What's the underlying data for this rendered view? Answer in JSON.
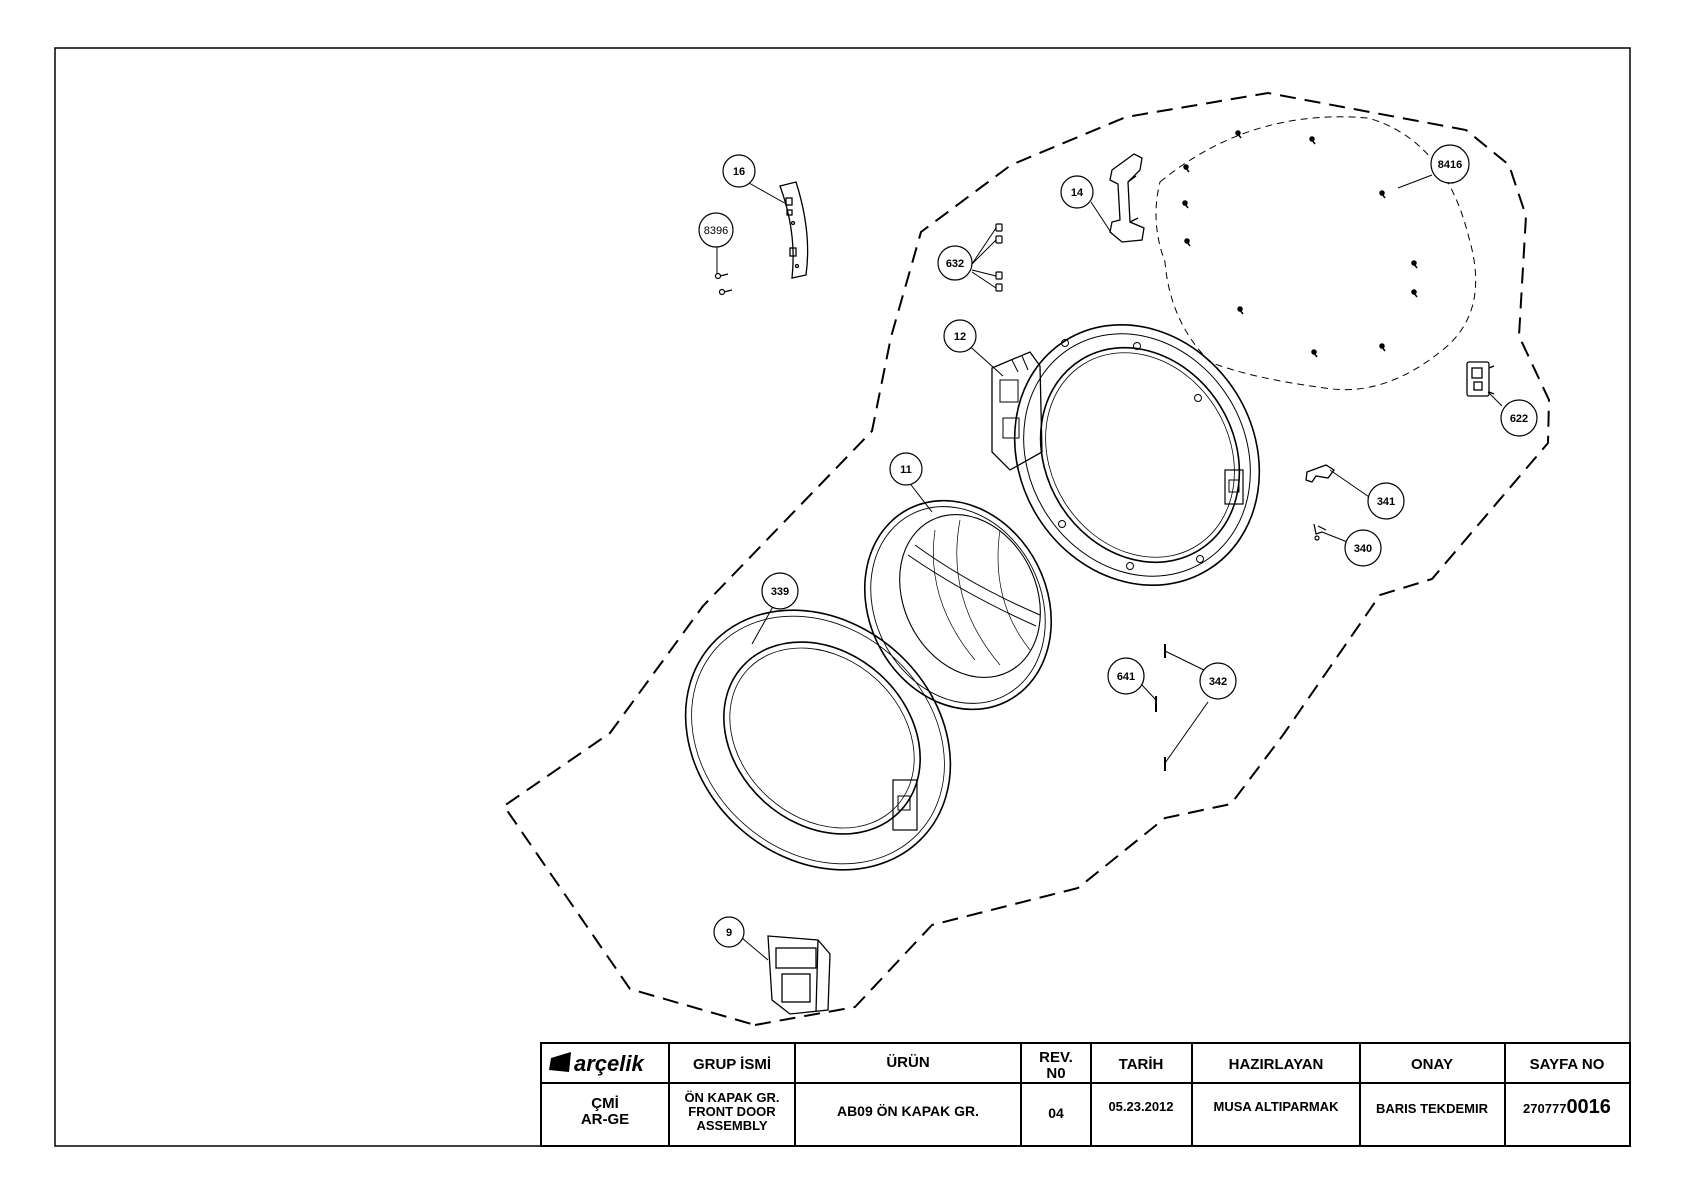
{
  "callouts": [
    {
      "label": "16"
    },
    {
      "label": "8396"
    },
    {
      "label": "632"
    },
    {
      "label": "14"
    },
    {
      "label": "8416"
    },
    {
      "label": "12"
    },
    {
      "label": "622"
    },
    {
      "label": "11"
    },
    {
      "label": "341"
    },
    {
      "label": "340"
    },
    {
      "label": "339"
    },
    {
      "label": "641"
    },
    {
      "label": "342"
    },
    {
      "label": "9"
    }
  ],
  "title_block": {
    "logo_text": "arçelik",
    "headers": {
      "group": "GRUP İSMİ",
      "product": "ÜRÜN",
      "rev_line1": "REV.",
      "rev_line2": "N0",
      "date": "TARİH",
      "prepared": "HAZIRLAYAN",
      "approved": "ONAY",
      "page": "SAYFA NO"
    },
    "dept_line1": "ÇMİ",
    "dept_line2": "AR-GE",
    "group_line1": "ÖN KAPAK GR.",
    "group_line2": "FRONT DOOR",
    "group_line3": "ASSEMBLY",
    "product": "AB09 ÖN KAPAK GR.",
    "rev": "04",
    "date": "05.23.2012",
    "prepared": "MUSA ALTIPARMAK",
    "approved": "BARIS TEKDEMIR",
    "page_prefix": "270777",
    "page_suffix": "0016"
  }
}
